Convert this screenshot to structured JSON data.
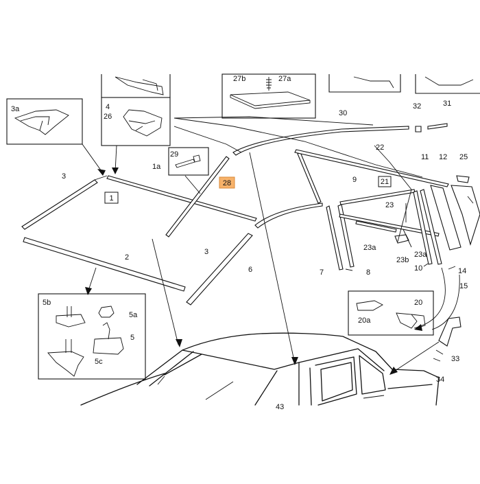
{
  "labels": {
    "l1": "1",
    "l1a": "1a",
    "l2": "2",
    "l3_left": "3",
    "l3_mid": "3",
    "l3a": "3a",
    "l4": "4",
    "l26": "26",
    "l5": "5",
    "l5a": "5a",
    "l5b": "5b",
    "l5c": "5c",
    "l6": "6",
    "l7": "7",
    "l8": "8",
    "l9": "9",
    "l10": "10",
    "l11": "11",
    "l12": "12",
    "l14": "14",
    "l15": "15",
    "l20": "20",
    "l20a": "20a",
    "l21": "21",
    "l22": "22",
    "l23": "23",
    "l23a_left": "23a",
    "l23a_right": "23a",
    "l23b": "23b",
    "l25": "25",
    "l27a": "27a",
    "l27b": "27b",
    "l28": "28",
    "l29": "29",
    "l30": "30",
    "l31": "31",
    "l32": "32",
    "l33": "33",
    "l34": "34",
    "l43": "43"
  },
  "colors": {
    "highlight_fill": "#f7b26a",
    "highlight_border": "#d88a3a",
    "line": "#111111"
  }
}
